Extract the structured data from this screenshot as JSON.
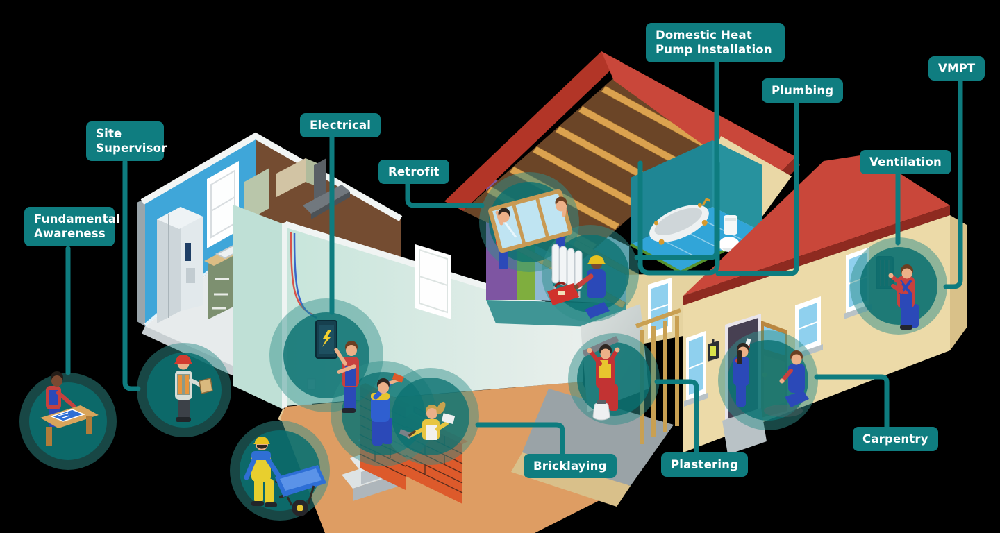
{
  "labels": [
    {
      "id": "fundamental-awareness",
      "text": "Fundamental Awareness"
    },
    {
      "id": "site-supervisor",
      "text": "Site Supervisor"
    },
    {
      "id": "electrical",
      "text": "Electrical"
    },
    {
      "id": "retrofit",
      "text": "Retrofit"
    },
    {
      "id": "domestic-heat-pump",
      "text": "Domestic Heat Pump Installation"
    },
    {
      "id": "plumbing",
      "text": "Plumbing"
    },
    {
      "id": "vmpt",
      "text": "VMPT"
    },
    {
      "id": "ventilation",
      "text": "Ventilation"
    },
    {
      "id": "carpentry",
      "text": "Carpentry"
    },
    {
      "id": "plastering",
      "text": "Plastering"
    },
    {
      "id": "bricklaying",
      "text": "Bricklaying"
    }
  ],
  "scenes": [
    "blueprint-table-worker",
    "site-supervisor-clipboard",
    "wheelbarrow-worker",
    "electrician-at-panel",
    "bricklayer-on-steps",
    "bricklayer-with-trowel",
    "window-retrofit-pair",
    "heat-pump-radiator-installer",
    "bathroom-fixtures",
    "plasterer",
    "door-carpenters",
    "ventilation-installer"
  ],
  "palette": {
    "label_teal": "#0f7d80",
    "connector_teal": "#0e7c7f",
    "highlight_circle": "#0a7070",
    "roof_red": "#c9473a",
    "wall_tan": "#ecdaa8",
    "brick_orange": "#dd5a2b",
    "floor_orange": "#de9d63",
    "kitchen_blue": "#3fa6d9",
    "kitchen_brown": "#744c31",
    "mint_wall": "#cfe8e0",
    "bathroom_blue": "#31a5d8",
    "overalls_blue": "#2b49b8",
    "shirt_red": "#c6413e"
  }
}
